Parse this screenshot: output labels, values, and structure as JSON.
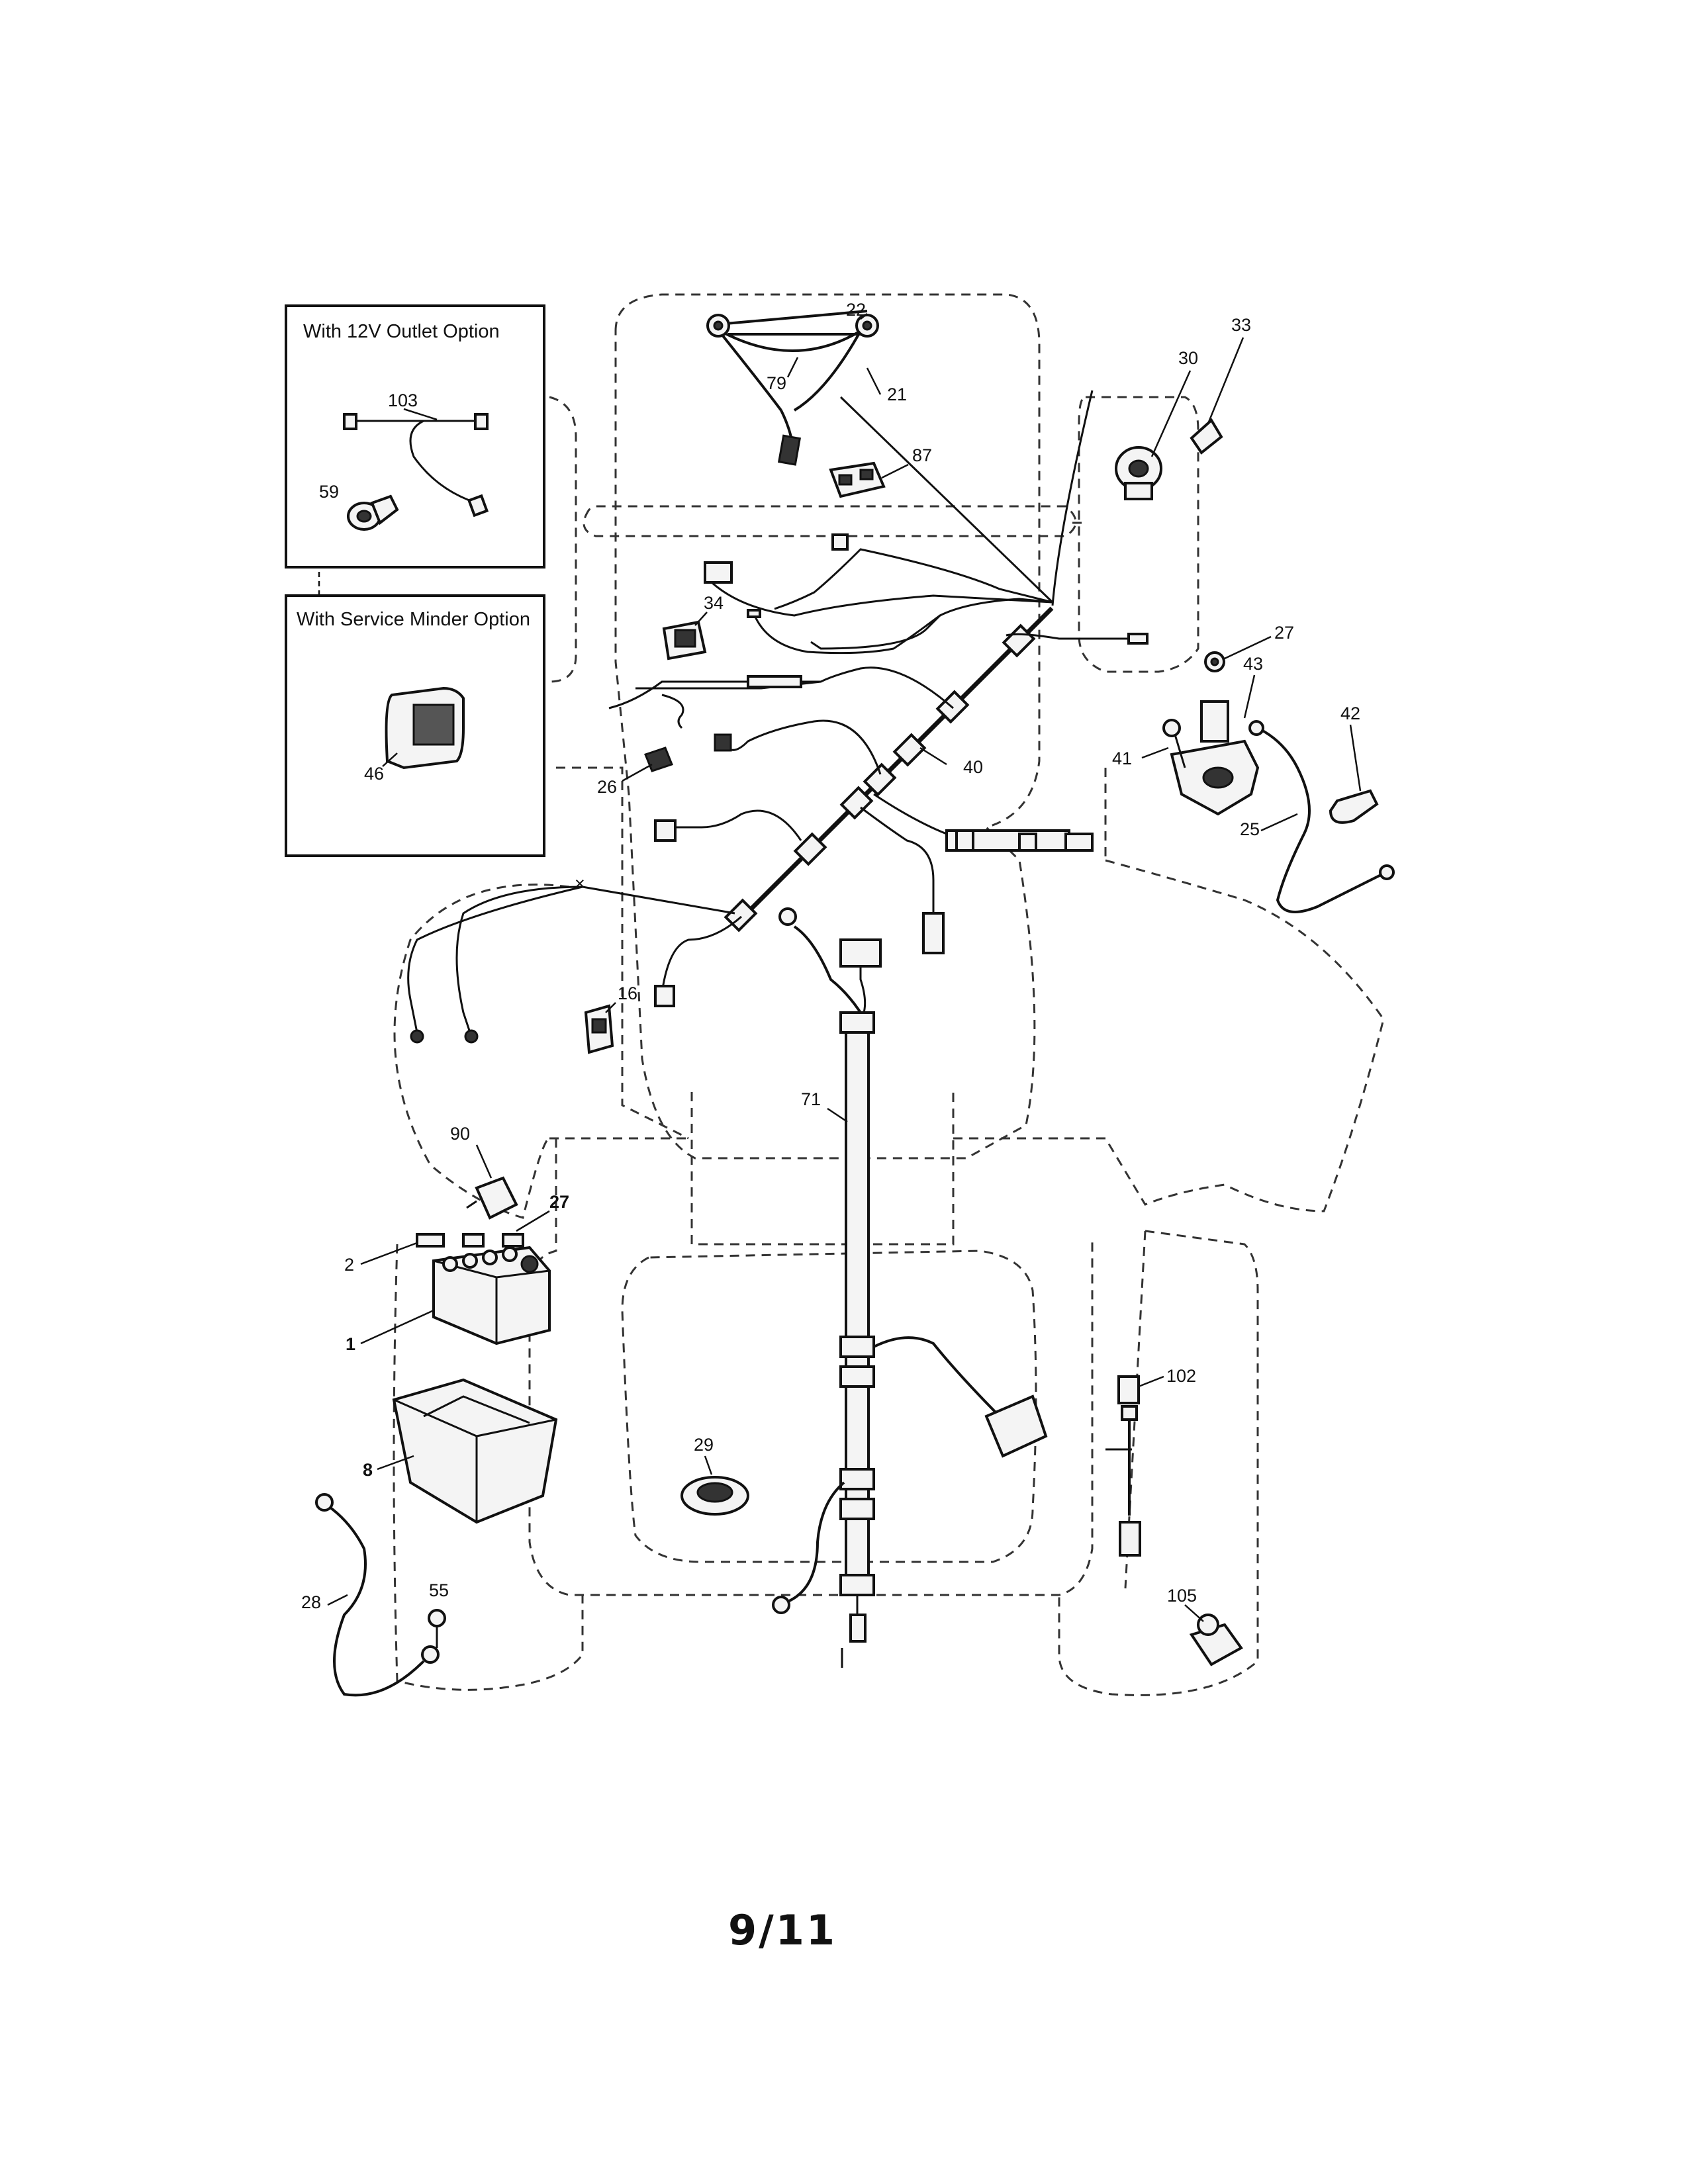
{
  "inset_boxes": {
    "outlet": {
      "title": "With 12V Outlet Option"
    },
    "service": {
      "title": "With Service Minder Option"
    }
  },
  "callouts": {
    "c103": "103",
    "c59": "59",
    "c46": "46",
    "c22": "22",
    "c79": "79",
    "c21": "21",
    "c87": "87",
    "c30": "30",
    "c33": "33",
    "c34": "34",
    "c27a": "27",
    "c43": "43",
    "c42": "42",
    "c41": "41",
    "c25": "25",
    "c40": "40",
    "c26": "26",
    "c16": "16",
    "c71": "71",
    "c90": "90",
    "c27b": "27",
    "c2": "2",
    "c1": "1",
    "c8": "8",
    "c29": "29",
    "c102": "102",
    "c28": "28",
    "c55": "55",
    "c105": "105"
  },
  "page_number": "9/11"
}
